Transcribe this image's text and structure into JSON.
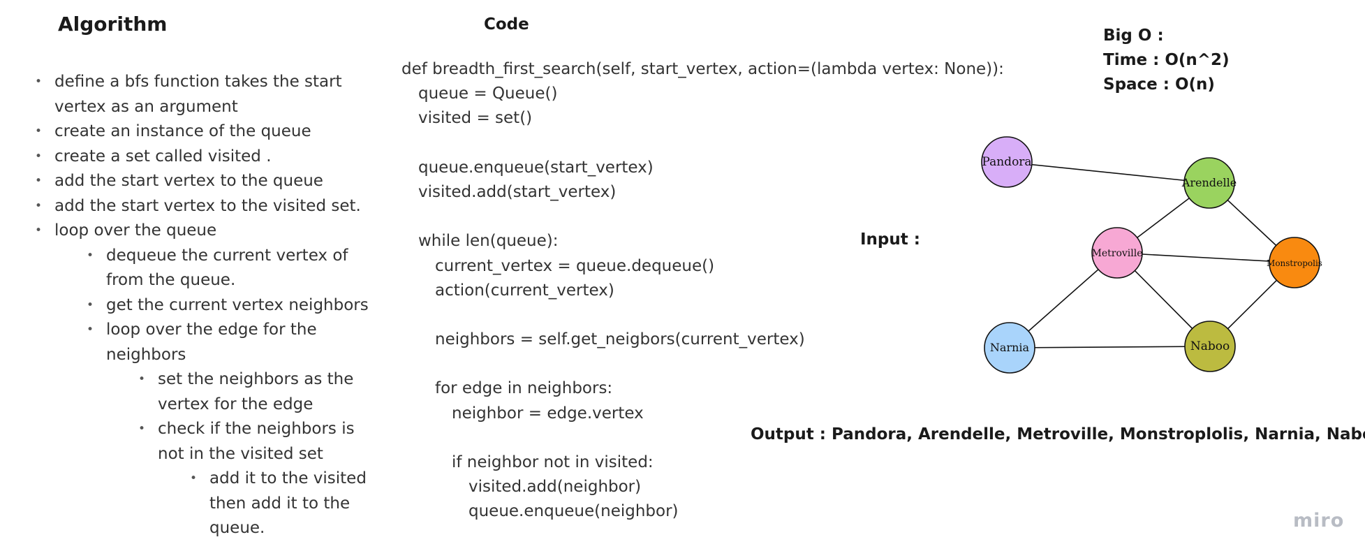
{
  "algorithm": {
    "title": "Algorithm",
    "steps": [
      {
        "level": 0,
        "lines": [
          "define a bfs function takes the start",
          "vertex as an argument"
        ]
      },
      {
        "level": 0,
        "lines": [
          "create an instance of the queue"
        ]
      },
      {
        "level": 0,
        "lines": [
          "create a set called visited ."
        ]
      },
      {
        "level": 0,
        "lines": [
          "add the start vertex to the queue"
        ]
      },
      {
        "level": 0,
        "lines": [
          "add the start vertex to the visited set."
        ]
      },
      {
        "level": 0,
        "lines": [
          "loop over the queue"
        ]
      },
      {
        "level": 1,
        "lines": [
          "dequeue the current vertex of",
          "from the queue."
        ]
      },
      {
        "level": 1,
        "lines": [
          "get the current vertex neighbors"
        ]
      },
      {
        "level": 1,
        "lines": [
          "loop over the edge for the",
          "neighbors"
        ]
      },
      {
        "level": 2,
        "lines": [
          "set the neighbors as the",
          "vertex for the edge"
        ]
      },
      {
        "level": 2,
        "lines": [
          "check if the neighbors is",
          "not in the visited set"
        ]
      },
      {
        "level": 3,
        "lines": [
          "add it to the visited",
          "then add it to the",
          "queue."
        ]
      }
    ]
  },
  "code": {
    "title": "Code",
    "lines": [
      {
        "indent": 0,
        "text": "def breadth_first_search(self, start_vertex, action=(lambda vertex: None)):"
      },
      {
        "indent": 1,
        "text": "queue = Queue()"
      },
      {
        "indent": 1,
        "text": "visited = set()"
      },
      {
        "indent": 0,
        "text": ""
      },
      {
        "indent": 1,
        "text": "queue.enqueue(start_vertex)"
      },
      {
        "indent": 1,
        "text": "visited.add(start_vertex)"
      },
      {
        "indent": 0,
        "text": ""
      },
      {
        "indent": 1,
        "text": "while len(queue):"
      },
      {
        "indent": 2,
        "text": "current_vertex = queue.dequeue()"
      },
      {
        "indent": 2,
        "text": "action(current_vertex)"
      },
      {
        "indent": 0,
        "text": ""
      },
      {
        "indent": 2,
        "text": "neighbors = self.get_neigbors(current_vertex)"
      },
      {
        "indent": 0,
        "text": ""
      },
      {
        "indent": 2,
        "text": "for edge in neighbors:"
      },
      {
        "indent": 3,
        "text": "neighbor = edge.vertex"
      },
      {
        "indent": 0,
        "text": ""
      },
      {
        "indent": 3,
        "text": "if neighbor not in visited:"
      },
      {
        "indent": 4,
        "text": "visited.add(neighbor)"
      },
      {
        "indent": 4,
        "text": "queue.enqueue(neighbor)"
      }
    ]
  },
  "complexity": {
    "title": "Big O  :",
    "time": "Time : O(n^2)",
    "space": "Space : O(n)"
  },
  "input_label": "Input :",
  "output_label": "Output : Pandora, Arendelle, Metroville, Monstroplolis, Narnia, Naboo",
  "graph": {
    "nodes": [
      {
        "id": "pandora",
        "label": "Pandora",
        "color": "#d8aef8"
      },
      {
        "id": "arendelle",
        "label": "Arendelle",
        "color": "#9ad35f"
      },
      {
        "id": "metroville",
        "label": "Metroville",
        "color": "#f7a8d4"
      },
      {
        "id": "monstropolis",
        "label": "Monstropolis",
        "color": "#f98a10"
      },
      {
        "id": "narnia",
        "label": "Narnia",
        "color": "#a9d4fb"
      },
      {
        "id": "naboo",
        "label": "Naboo",
        "color": "#bcbb40"
      }
    ],
    "edges": [
      [
        "pandora",
        "arendelle"
      ],
      [
        "arendelle",
        "metroville"
      ],
      [
        "arendelle",
        "monstropolis"
      ],
      [
        "metroville",
        "monstropolis"
      ],
      [
        "metroville",
        "narnia"
      ],
      [
        "metroville",
        "naboo"
      ],
      [
        "monstropolis",
        "naboo"
      ],
      [
        "narnia",
        "naboo"
      ]
    ]
  },
  "brand": {
    "logo_text": "miro"
  }
}
